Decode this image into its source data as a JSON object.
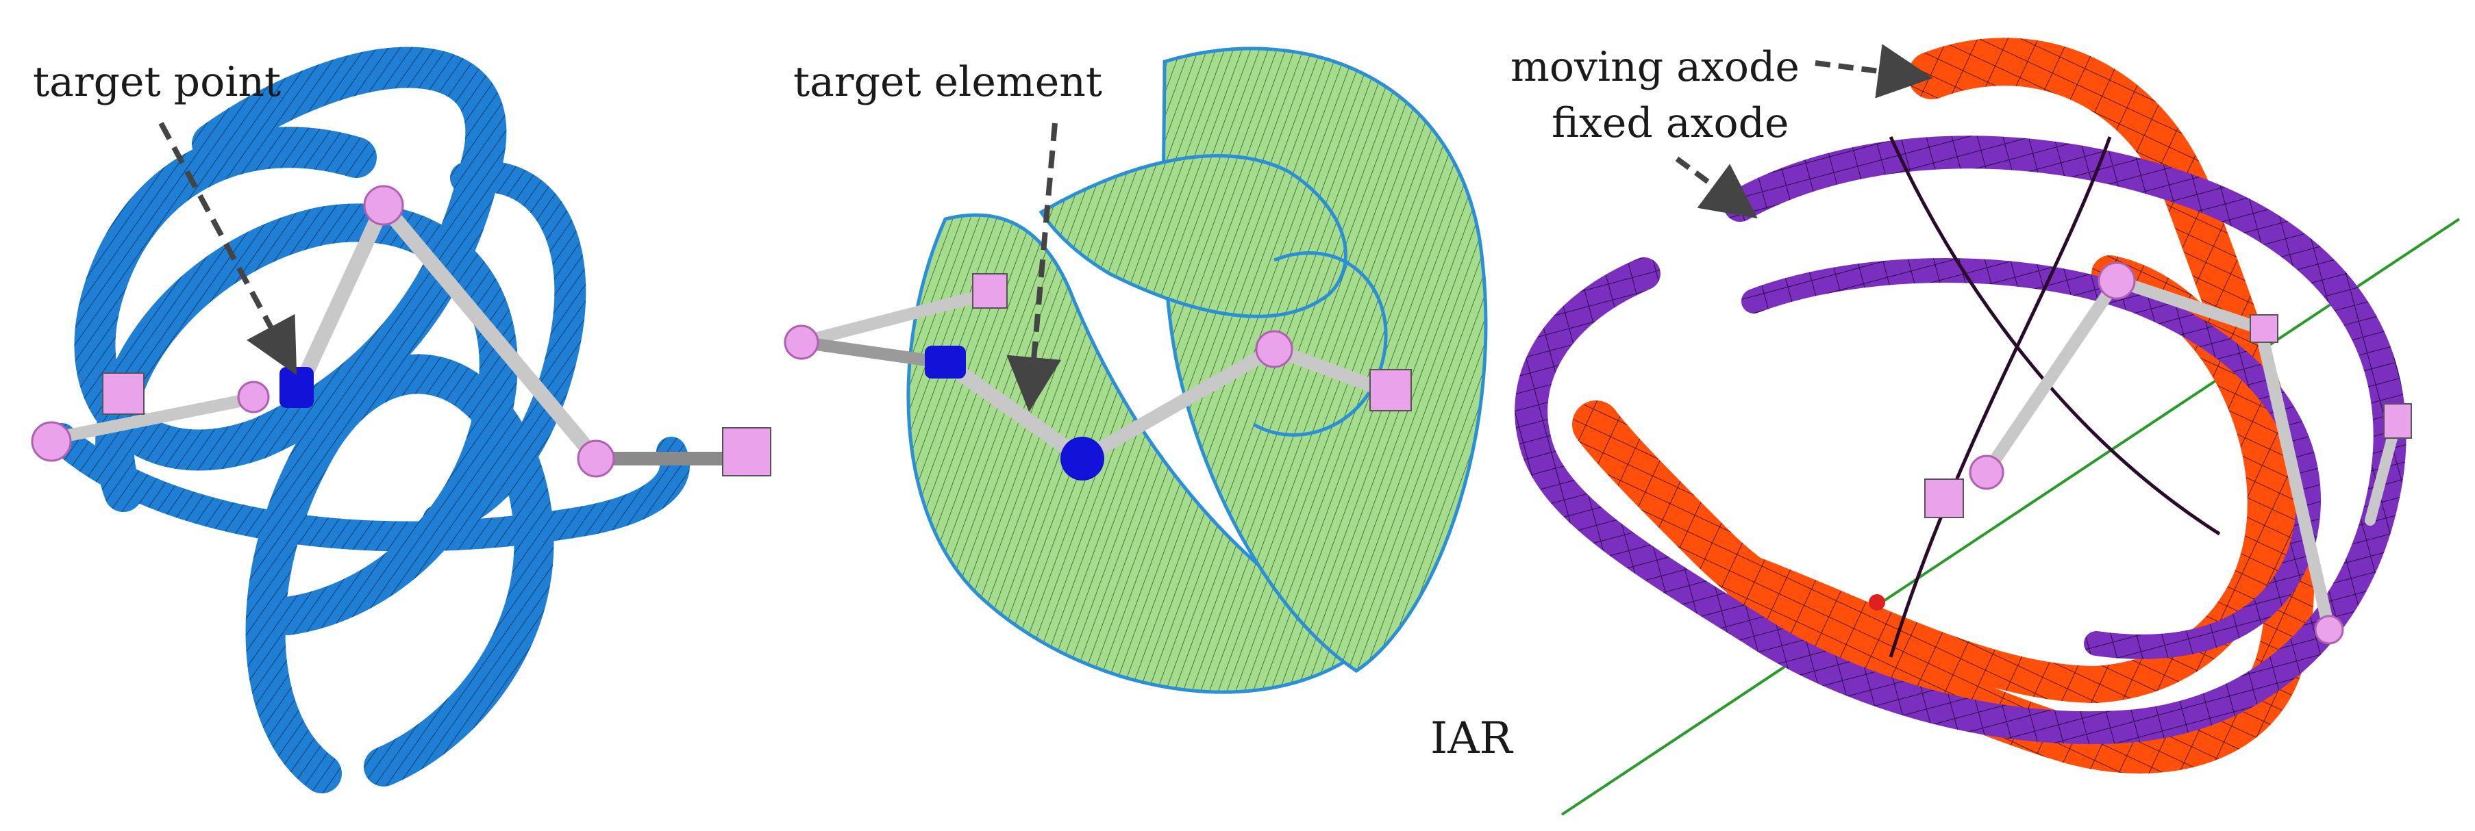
{
  "labels": {
    "target_point": "target point",
    "target_element": "target element",
    "moving_axode": "moving axode",
    "fixed_axode": "fixed axode",
    "iar": "IAR"
  },
  "colors": {
    "blue_ribbon": "#1f7fd4",
    "blue_ribbon_dark": "#0d4f8c",
    "green_surface": "#a6dc8e",
    "green_edge": "#2a8fd6",
    "orange_axode": "#ff4f0a",
    "orange_dark": "#8c2400",
    "purple_axode": "#7a2fbe",
    "purple_dark": "#3d1066",
    "joint_pink": "#eaa2ea",
    "link_gray": "#c8c8c8",
    "target_blue": "#1212d8",
    "iar_line": "#2a9a2a"
  }
}
